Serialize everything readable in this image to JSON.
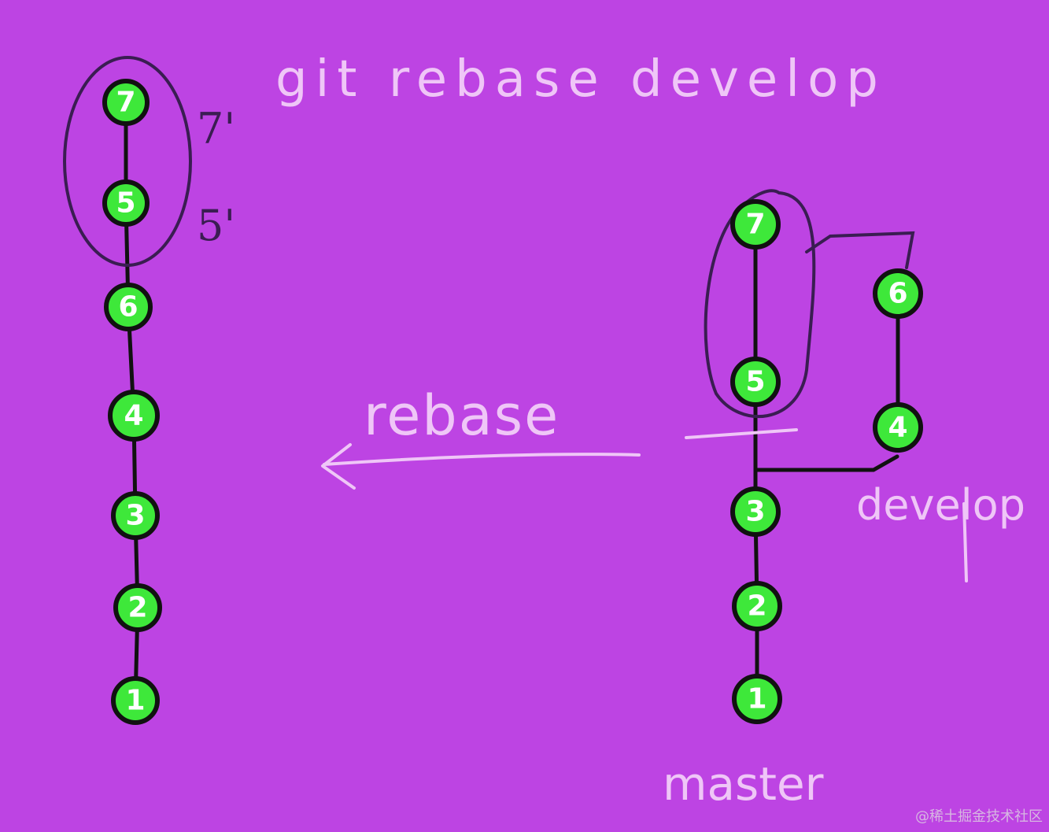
{
  "command_text": "git rebase develop",
  "arrow_label": "rebase",
  "right_labels": {
    "develop": "develop",
    "master": "master"
  },
  "left_copies": {
    "seven": "7'",
    "five": "5'"
  },
  "left_commits": [
    "7",
    "5",
    "6",
    "4",
    "3",
    "2",
    "1"
  ],
  "right_master_commits": [
    "7",
    "5",
    "3",
    "2",
    "1"
  ],
  "right_develop_commits": [
    "6",
    "4"
  ],
  "watermark": "@稀土掘金技术社区",
  "colors": {
    "background": "#bd44e3",
    "commit_fill": "#3ee83a",
    "ink": "#111111",
    "annotation": "#efc6f7",
    "circle_ink": "#3a1d52"
  }
}
